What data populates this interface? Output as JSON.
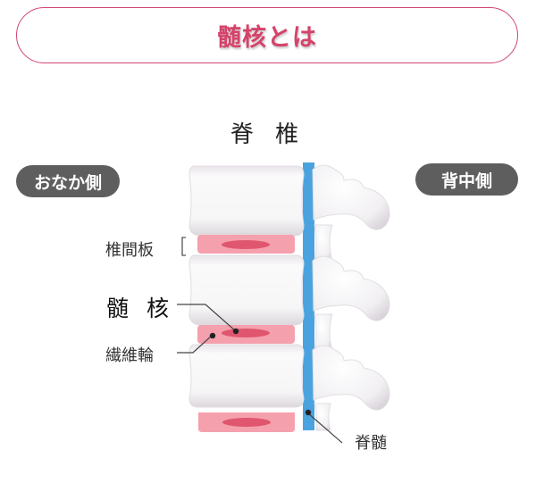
{
  "header": {
    "title": "髄核とは"
  },
  "diagram": {
    "title": "脊 椎",
    "side_labels": {
      "front": "おなか側",
      "back": "背中側"
    },
    "labels": {
      "intervertebral_disc": "椎間板",
      "nucleus_pulposus": "髄 核",
      "annulus_fibrosus": "繊維輪",
      "spinal_cord": "脊髄"
    },
    "colors": {
      "accent": "#d5436a",
      "pill_bg": "#5e5e5e",
      "disc_outer": "#f5a0ad",
      "disc_inner": "#e0566f",
      "spinal_cord": "#4aa3df",
      "bone": "#f4f2f4"
    }
  }
}
